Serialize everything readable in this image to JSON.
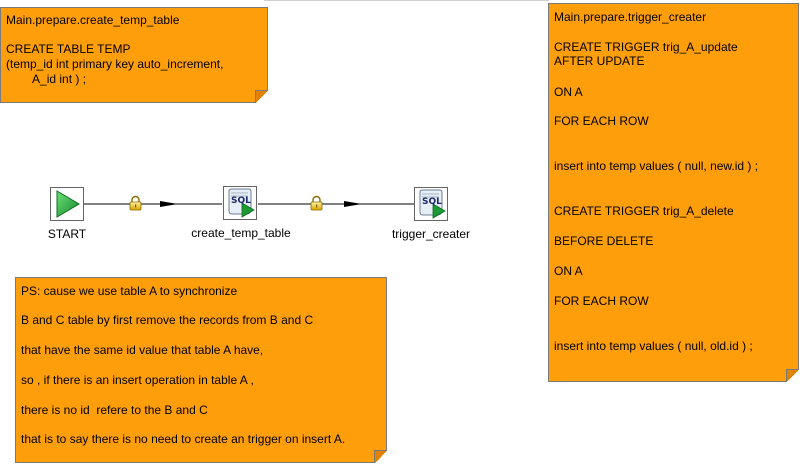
{
  "colors": {
    "note_fill": "#ff9e0b",
    "start_green": "#21a83a",
    "connector": "#000000"
  },
  "notes": {
    "create_temp_table": {
      "lines": [
        "Main.prepare.create_temp_table",
        "",
        "CREATE TABLE TEMP",
        "(temp_id int primary key auto_increment,",
        "        A_id int ) ;"
      ]
    },
    "trigger_creater": {
      "lines": [
        "Main.prepare.trigger_creater",
        "CREATE TRIGGER trig_A_update",
        "AFTER UPDATE",
        "ON A",
        "FOR EACH ROW",
        "insert into temp values ( null, new.id ) ;",
        "CREATE TRIGGER trig_A_delete",
        "BEFORE DELETE",
        "ON A",
        "FOR EACH ROW",
        "insert into temp values ( null, old.id ) ;"
      ]
    },
    "ps": {
      "lines": [
        "PS: cause we use table A to synchronize",
        "B and C table by first remove the records from B and C",
        "that have the same id value that table A have,",
        "so , if there is an insert operation in table A ,",
        "there is no id  refere to the B and C",
        "that is to say there is no need to create an trigger on insert A."
      ]
    }
  },
  "nodes": {
    "start": {
      "label": "START",
      "icon": "start-play-icon"
    },
    "create_temp_table": {
      "label": "create_temp_table",
      "icon": "sql-script-icon",
      "badge": "SQL"
    },
    "trigger_creater": {
      "label": "trigger_creater",
      "icon": "sql-script-icon",
      "badge": "SQL"
    }
  },
  "hops": [
    {
      "from": "START",
      "to": "create_temp_table",
      "icon": "lock-icon"
    },
    {
      "from": "create_temp_table",
      "to": "trigger_creater",
      "icon": "lock-icon"
    }
  ]
}
